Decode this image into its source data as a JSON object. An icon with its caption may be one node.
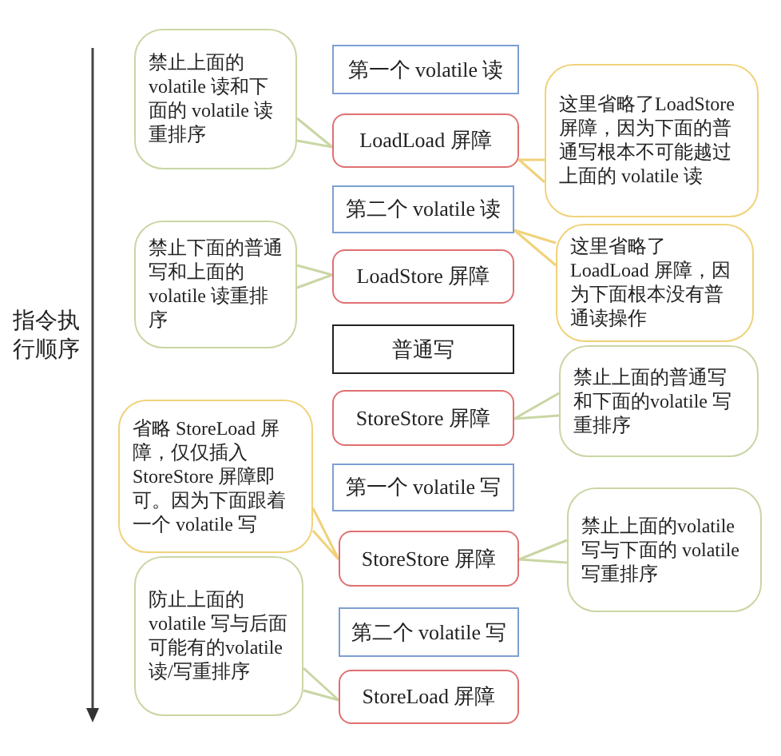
{
  "diagram": {
    "nodes": [
      {
        "text": [
          "第一个 volatile 读"
        ]
      },
      {
        "text": [
          "LoadLoad 屏障"
        ]
      },
      {
        "text": [
          "第二个 volatile 读"
        ]
      },
      {
        "text": [
          "LoadStore 屏障"
        ]
      },
      {
        "text": [
          "普通写"
        ]
      },
      {
        "text": [
          "StoreStore 屏障"
        ]
      },
      {
        "text": [
          "第一个 volatile 写"
        ]
      },
      {
        "text": [
          "StoreStore 屏障"
        ]
      },
      {
        "text": [
          "第二个 volatile 写"
        ]
      },
      {
        "text": [
          "StoreLoad 屏障"
        ]
      },
      {
        "text": [
          "禁止上面的volatile 读和下面的 volatile 读重排序"
        ]
      },
      {
        "text": [
          "这里省略了LoadStore 屏障，因为下面的普通写根本不可能越过上面的 volatile 读"
        ]
      },
      {
        "text": [
          "禁止下面的普通写和上面的volatile 读重排序"
        ]
      },
      {
        "text": [
          "这里省略了LoadLoad 屏障，因为下面根本没有普通读操作"
        ]
      },
      {
        "text": [
          "禁止上面的普通写和下面的volatile 写重排序"
        ]
      },
      {
        "text": [
          "省略 StoreLoad 屏障，仅仅插入StoreStore 屏障即可。因为下面跟着一个 volatile 写"
        ]
      },
      {
        "text": [
          "禁止上面的volatile 写与下面的 volatile 写重排序"
        ]
      },
      {
        "text": [
          "防止上面的volatile 写与后面可能有的volatile 读/写重排序"
        ]
      }
    ],
    "edges": [
      {
        "from": 10,
        "to": 1,
        "arrow": "to"
      },
      {
        "from": 11,
        "to": 1,
        "arrow": "to"
      },
      {
        "from": 12,
        "to": 3,
        "arrow": "to"
      },
      {
        "from": 13,
        "to": 2,
        "arrow": "to"
      },
      {
        "from": 14,
        "to": 5,
        "arrow": "to"
      },
      {
        "from": 15,
        "to": 7,
        "arrow": "to"
      },
      {
        "from": 16,
        "to": 7,
        "arrow": "to"
      },
      {
        "from": 17,
        "to": 9,
        "arrow": "to"
      }
    ],
    "labels": [
      "指令执行顺序"
    ]
  }
}
